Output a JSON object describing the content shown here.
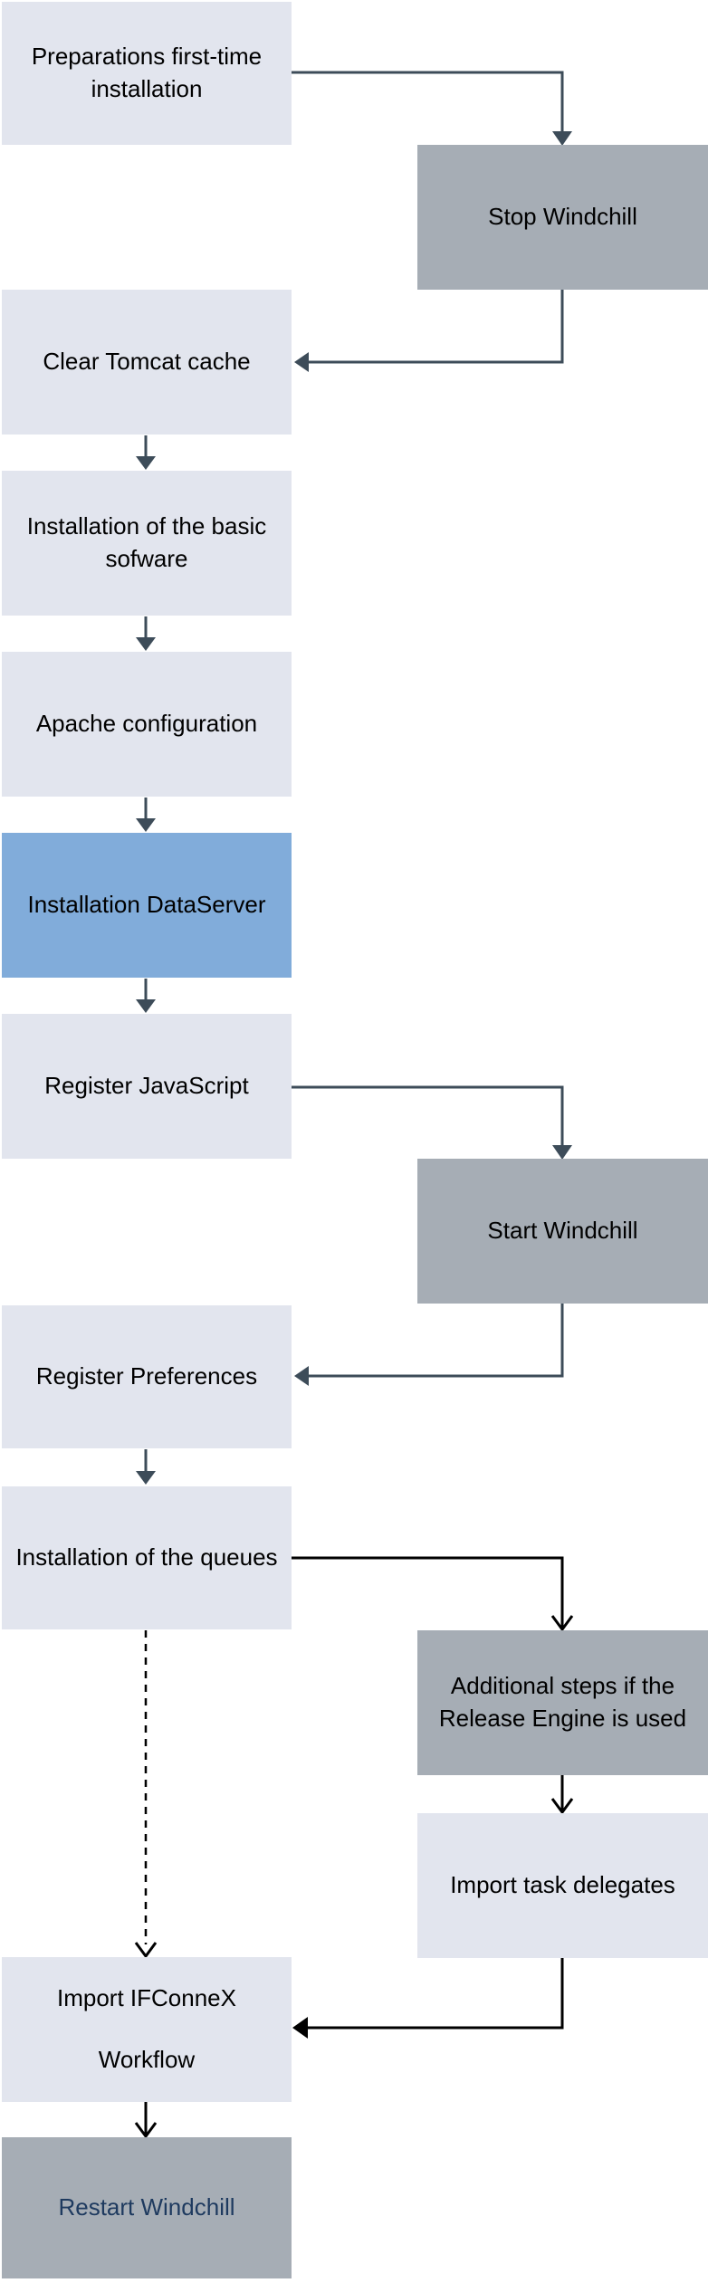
{
  "colors": {
    "node_light": "#e2e5ee",
    "node_gray": "#a6adb5",
    "node_blue": "#81acda",
    "arrow_dark": "#3d4c59",
    "arrow_black": "#000000",
    "restart_text": "#1e3a5f"
  },
  "nodes": [
    {
      "id": "preparations",
      "label": "Preparations first-time installation",
      "variant": "light"
    },
    {
      "id": "stop-windchill",
      "label": "Stop Windchill",
      "variant": "gray"
    },
    {
      "id": "clear-tomcat-cache",
      "label": "Clear Tomcat cache",
      "variant": "light"
    },
    {
      "id": "basic-software",
      "label": "Installation of the basic sofware",
      "variant": "light"
    },
    {
      "id": "apache-configuration",
      "label": "Apache configuration",
      "variant": "light"
    },
    {
      "id": "installation-dataserver",
      "label": "Installation DataServer",
      "variant": "blue"
    },
    {
      "id": "register-javascript",
      "label": "Register JavaScript",
      "variant": "light"
    },
    {
      "id": "start-windchill",
      "label": "Start Windchill",
      "variant": "gray"
    },
    {
      "id": "register-preferences",
      "label": "Register Preferences",
      "variant": "light"
    },
    {
      "id": "installation-queues",
      "label": "Installation of the queues",
      "variant": "light"
    },
    {
      "id": "additional-steps-release-engine",
      "label": "Additional steps if the Release Engine is used",
      "variant": "gray"
    },
    {
      "id": "import-task-delegates",
      "label": "Import task delegates",
      "variant": "light"
    },
    {
      "id": "import-ifconnex-workflow",
      "lines": [
        "Import IFConneX",
        "Workflow"
      ],
      "variant": "light"
    },
    {
      "id": "restart-windchill",
      "label": "Restart Windchill",
      "variant": "gray-navy-text"
    }
  ],
  "connections": [
    {
      "from": "preparations",
      "to": "stop-windchill",
      "style": "solid-dark"
    },
    {
      "from": "stop-windchill",
      "to": "clear-tomcat-cache",
      "style": "solid-dark"
    },
    {
      "from": "clear-tomcat-cache",
      "to": "basic-software",
      "style": "solid-dark"
    },
    {
      "from": "basic-software",
      "to": "apache-configuration",
      "style": "solid-dark"
    },
    {
      "from": "apache-configuration",
      "to": "installation-dataserver",
      "style": "solid-dark"
    },
    {
      "from": "installation-dataserver",
      "to": "register-javascript",
      "style": "solid-dark"
    },
    {
      "from": "register-javascript",
      "to": "start-windchill",
      "style": "solid-dark"
    },
    {
      "from": "start-windchill",
      "to": "register-preferences",
      "style": "solid-dark"
    },
    {
      "from": "register-preferences",
      "to": "installation-queues",
      "style": "solid-dark"
    },
    {
      "from": "installation-queues",
      "to": "additional-steps-release-engine",
      "style": "solid-black"
    },
    {
      "from": "additional-steps-release-engine",
      "to": "import-task-delegates",
      "style": "solid-black"
    },
    {
      "from": "import-task-delegates",
      "to": "import-ifconnex-workflow",
      "style": "solid-black"
    },
    {
      "from": "installation-queues",
      "to": "import-ifconnex-workflow",
      "style": "dashed-black"
    },
    {
      "from": "import-ifconnex-workflow",
      "to": "restart-windchill",
      "style": "solid-black"
    }
  ]
}
